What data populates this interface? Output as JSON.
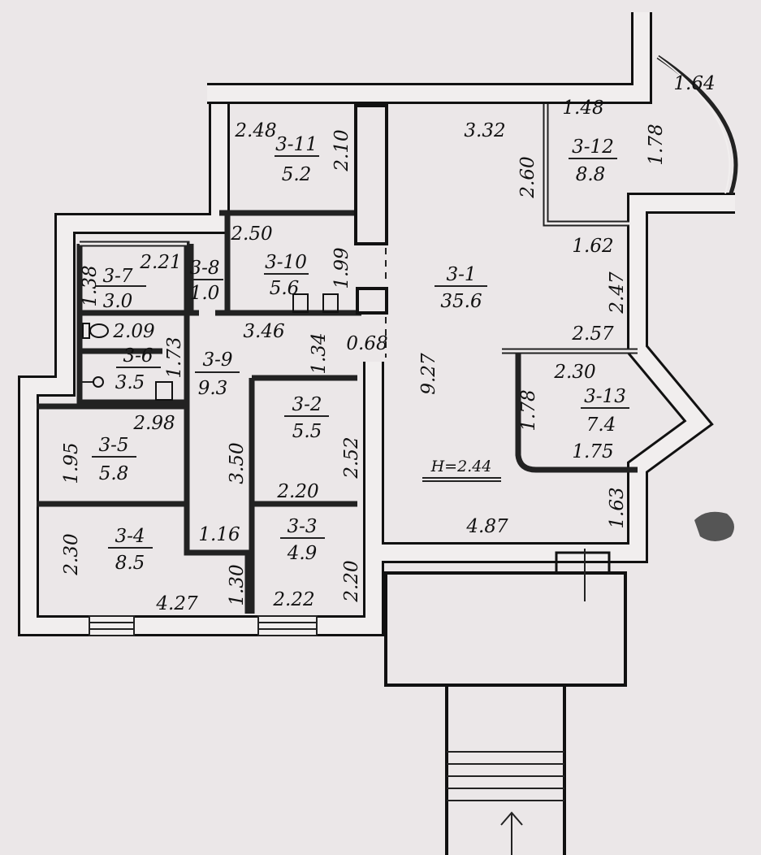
{
  "title": "Floor plan",
  "height_label": "H=2.44",
  "rooms": [
    {
      "id": "3-1",
      "area": "35.6"
    },
    {
      "id": "3-2",
      "area": "5.5"
    },
    {
      "id": "3-3",
      "area": "4.9"
    },
    {
      "id": "3-4",
      "area": "8.5"
    },
    {
      "id": "3-5",
      "area": "5.8"
    },
    {
      "id": "3-6",
      "area": "3.5"
    },
    {
      "id": "3-7",
      "area": "3.0"
    },
    {
      "id": "3-8",
      "area": "1.0"
    },
    {
      "id": "3-9",
      "area": "9.3"
    },
    {
      "id": "3-10",
      "area": "5.6"
    },
    {
      "id": "3-11",
      "area": "5.2"
    },
    {
      "id": "3-12",
      "area": "8.8"
    },
    {
      "id": "3-13",
      "area": "7.4"
    }
  ],
  "dimensions": [
    "2.48",
    "2.10",
    "3.32",
    "1.48",
    "2.60",
    "1.78",
    "1.64",
    "2.50",
    "1.99",
    "2.21",
    "1.38",
    "1.62",
    "2.47",
    "3.46",
    "0.68",
    "1.34",
    "2.09",
    "1.73",
    "2.57",
    "2.30",
    "9.27",
    "1.78",
    "1.75",
    "2.98",
    "1.95",
    "3.50",
    "2.52",
    "2.20",
    "1.63",
    "4.87",
    "2.30",
    "1.16",
    "2.20",
    "1.30",
    "4.27",
    "2.22"
  ],
  "colors": {
    "paper": "#ebe7e8",
    "wall": "#111111"
  }
}
